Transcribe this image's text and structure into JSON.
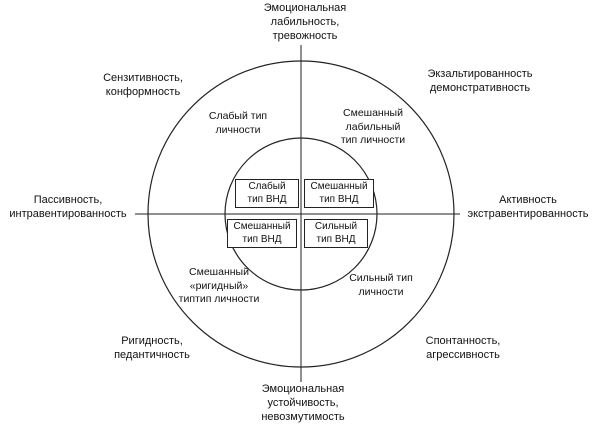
{
  "diagram": {
    "colors": {
      "stroke": "#222222",
      "background": "#ffffff",
      "text": "#111111"
    },
    "axes": {
      "top": "Эмоциональная\nлабильность,\nтревожность",
      "top_left": "Сензитивность,\nконформность",
      "top_right": "Экзальтированность\nдемонстративность",
      "left": "Пассивность,\nинтравентированность",
      "right": "Активность\nэкстравентированность",
      "bottom_left": "Ригидность,\nпедантичность",
      "bottom_right": "Спонтанность,\nагрессивность",
      "bottom": "Эмоциональная\nустойчивость,\nневозмутимость"
    },
    "outer_quadrants": {
      "top_left": "Слабый тип\nличности",
      "top_right": "Смешанный\nлабильный\nтип личности",
      "bottom_left": "Смешанный\n«ригидный»\nтиптип личности",
      "bottom_right": "Сильный тип\nличности"
    },
    "inner_quadrants": {
      "top_left": "Слабый\nтип ВНД",
      "top_right": "Смешанный\nтип ВНД",
      "bottom_left": "Смешанный\nтип ВНД",
      "bottom_right": "Сильный\nтип ВНД"
    }
  }
}
